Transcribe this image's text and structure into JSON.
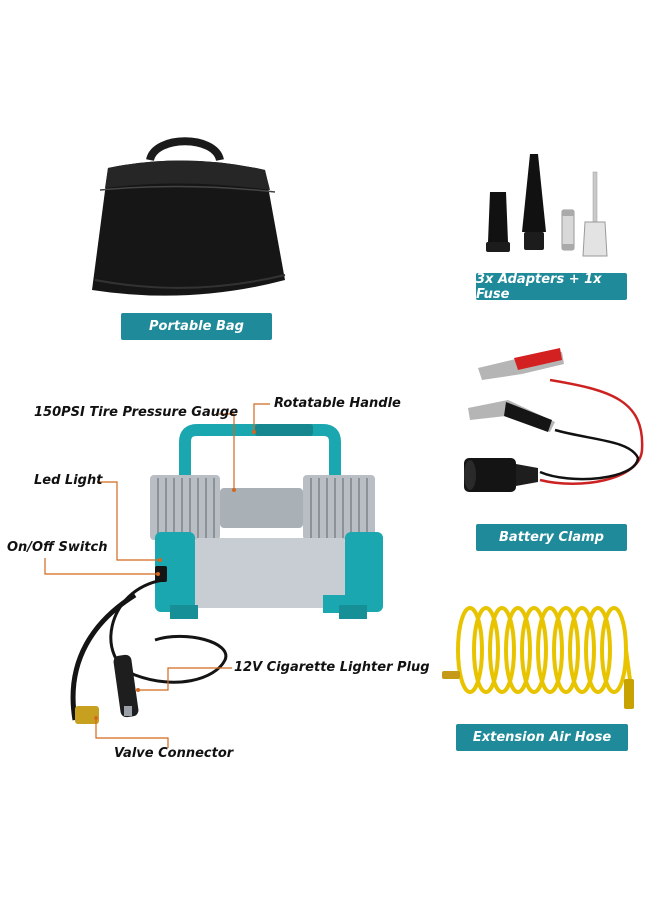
{
  "colors": {
    "badge_bg": "#1f8a99",
    "badge_text": "#ffffff",
    "leader_line": "#d2691e",
    "compressor_teal": "#1aa7b0"
  },
  "accessories": {
    "bag_label": "Portable Bag",
    "adapters_label": "3x Adapters + 1x Fuse",
    "clamp_label": "Battery Clamp",
    "hose_label": "Extension Air Hose"
  },
  "callouts": {
    "gauge": "150PSI Tire Pressure Gauge",
    "handle": "Rotatable Handle",
    "led": "Led Light",
    "switch": "On/Off Switch",
    "plug": "12V Cigarette Lighter Plug",
    "valve": "Valve Connector"
  }
}
